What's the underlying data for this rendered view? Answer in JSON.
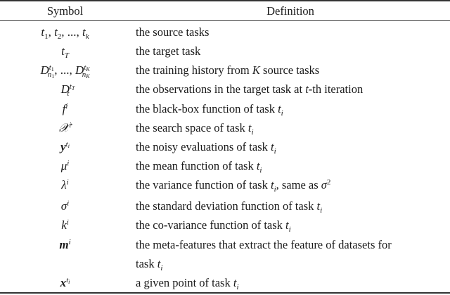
{
  "table": {
    "headers": {
      "symbol": "Symbol",
      "definition": "Definition"
    },
    "rows": [
      {
        "symbol": "t1, t2, ..., tk",
        "definition": "the source tasks"
      },
      {
        "symbol": "tT",
        "definition": "the target task"
      },
      {
        "symbol": "D_{n1}^{t1}, ..., D_{nK}^{tK}",
        "definition_pre": "the training history from ",
        "definition_var": "K",
        "definition_post": " source tasks"
      },
      {
        "symbol": "D_t^{tT}",
        "definition_pre": "the observations in the target task at ",
        "definition_var": "t",
        "definition_post": "-th iteration"
      },
      {
        "symbol": "f^i",
        "definition_pre": "the black-box function of task ",
        "definition_var": "t",
        "definition_sub": "i"
      },
      {
        "symbol": "X^i",
        "definition_pre": "the search space of task ",
        "definition_var": "t",
        "definition_sub": "i"
      },
      {
        "symbol": "y^{ti}",
        "definition_pre": "the noisy evaluations of task ",
        "definition_var": "t",
        "definition_sub": "i"
      },
      {
        "symbol": "μ^i",
        "definition_pre": "the mean function of task ",
        "definition_var": "t",
        "definition_sub": "i"
      },
      {
        "symbol": "λ^i",
        "definition_pre": "the variance function of task ",
        "definition_var": "t",
        "definition_sub": "i",
        "definition_post": ", same as ",
        "definition_sigma": "σ",
        "definition_sup": "2"
      },
      {
        "symbol": "σ^i",
        "definition_pre": "the standard deviation function of task ",
        "definition_var": "t",
        "definition_sub": "i"
      },
      {
        "symbol": "k^i",
        "definition_pre": "the co-variance function of task ",
        "definition_var": "t",
        "definition_sub": "i"
      },
      {
        "symbol": "m^i",
        "definition_line1": "the meta-features that extract the feature of datasets for",
        "definition_pre": "task ",
        "definition_var": "t",
        "definition_sub": "i"
      },
      {
        "symbol": "x^{ti}",
        "definition_pre": "a given point of task ",
        "definition_var": "t",
        "definition_sub": "i"
      }
    ],
    "glyphs": {
      "t": "t",
      "D": "D",
      "n": "n",
      "K": "K",
      "T": "T",
      "k": "k",
      "i": "i",
      "one": "1",
      "two": "2",
      "ellipsis": "...",
      "comma": ", ",
      "f": "f",
      "X": "𝒳",
      "y": "y",
      "mu": "μ",
      "lambda": "λ",
      "sigma": "σ",
      "m": "m",
      "x": "x"
    }
  }
}
